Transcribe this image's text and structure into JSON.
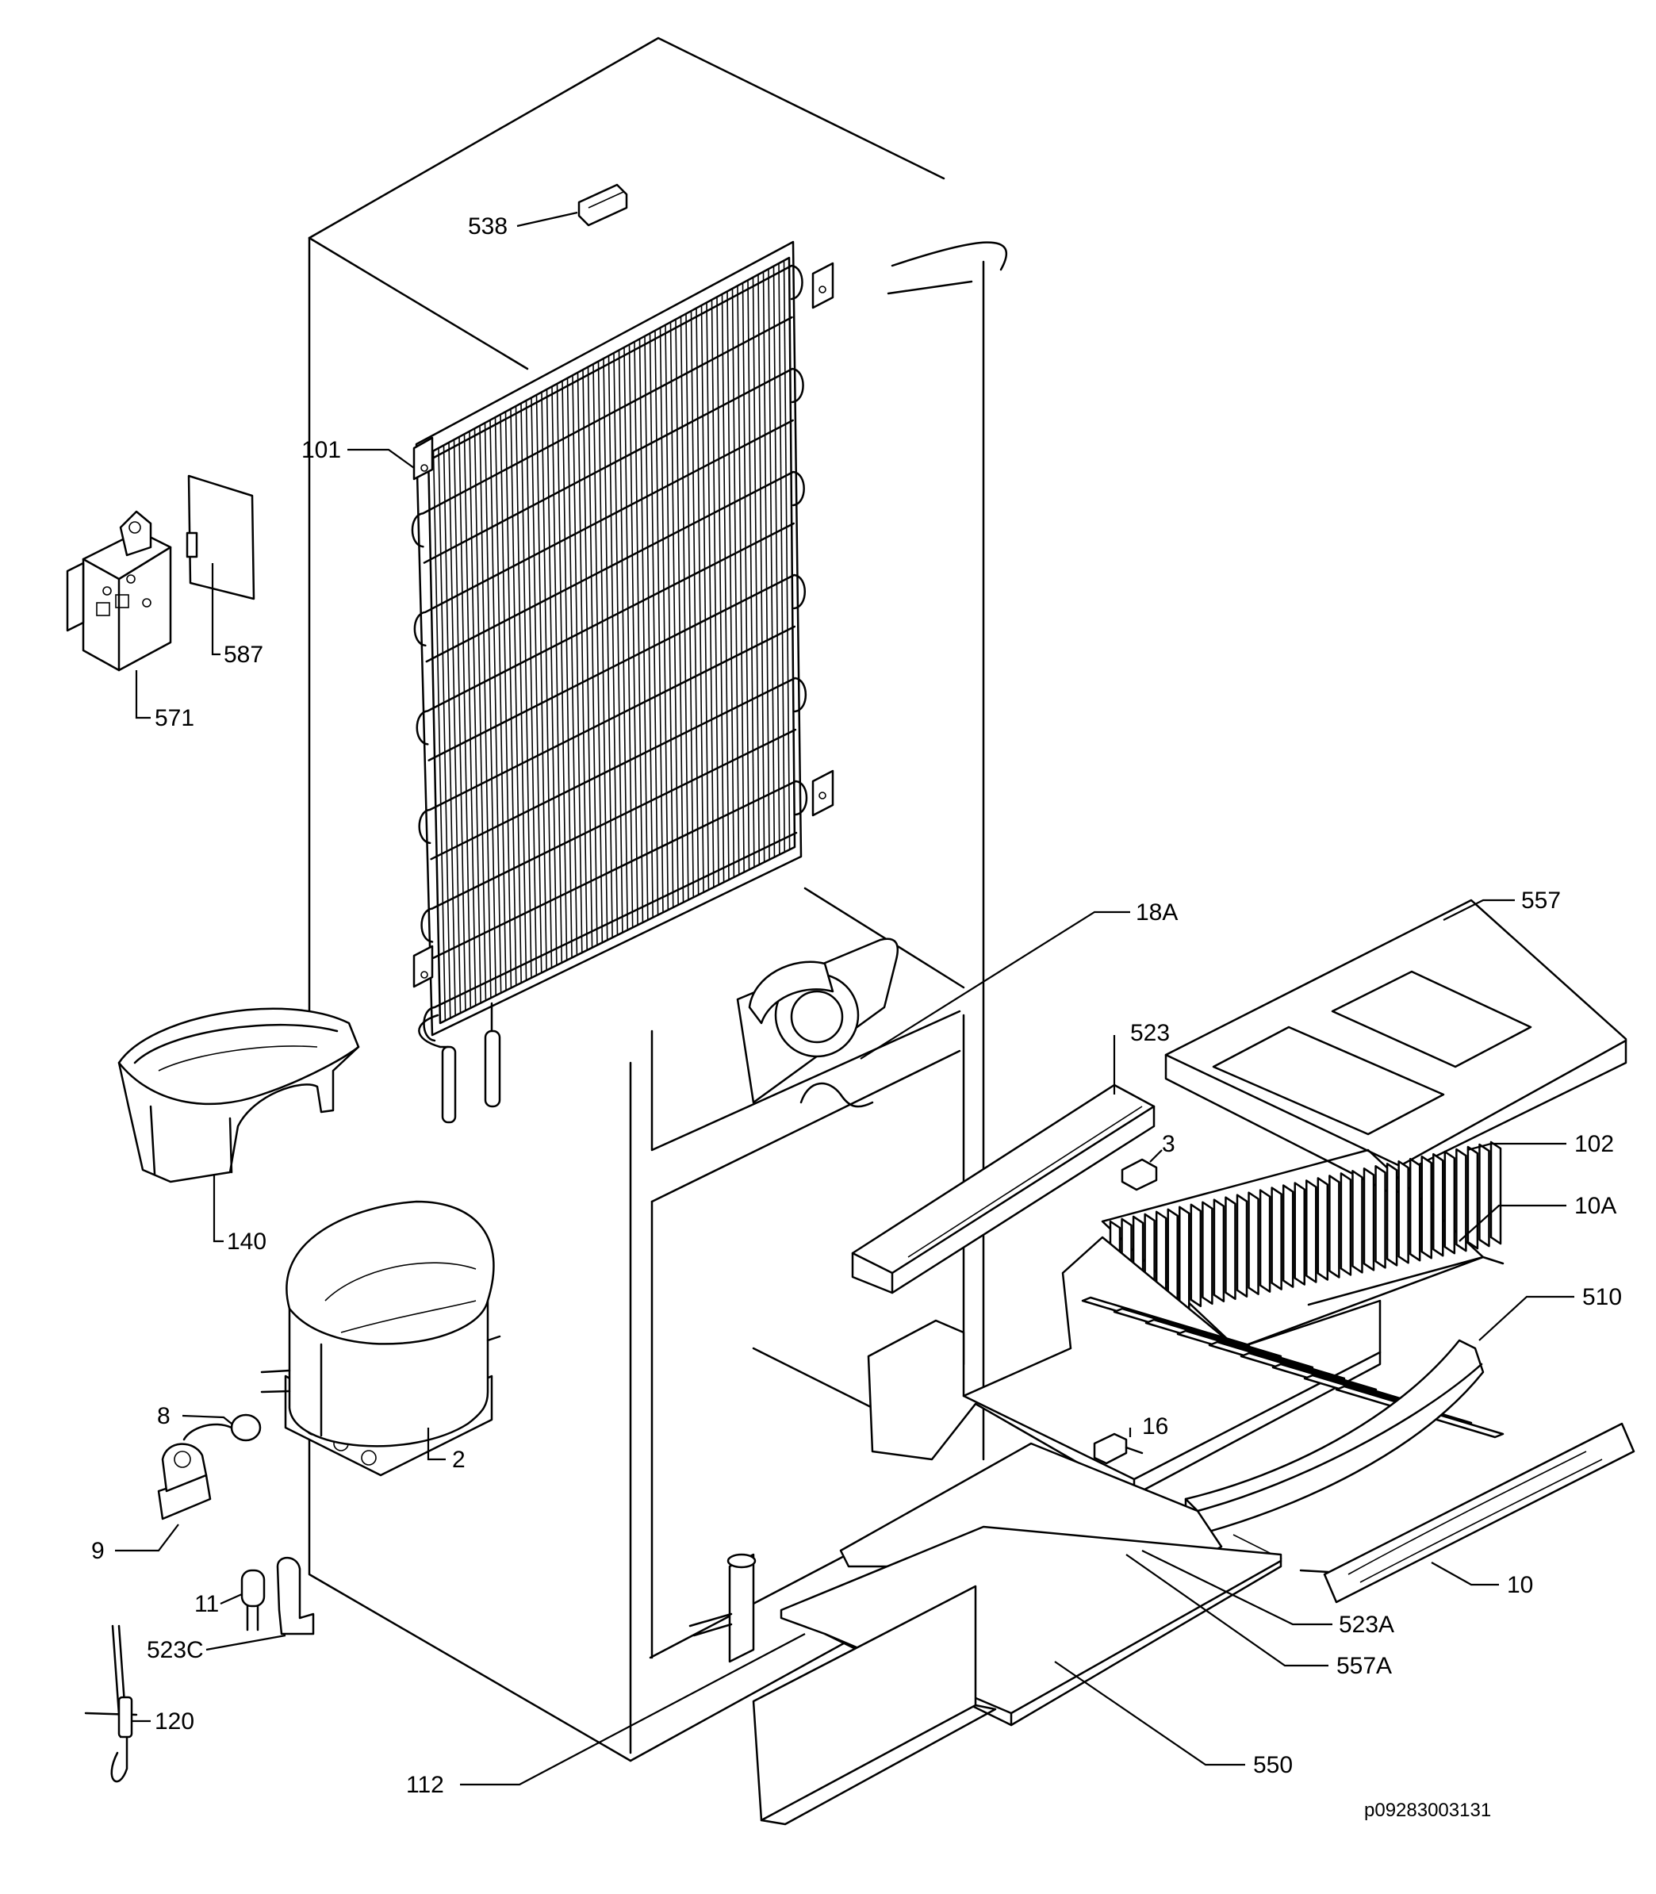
{
  "labels": {
    "538": "538",
    "101": "101",
    "587": "587",
    "571": "571",
    "140": "140",
    "8": "8",
    "2": "2",
    "9": "9",
    "11": "11",
    "523C": "523C",
    "120": "120",
    "112": "112",
    "18A": "18A",
    "557": "557",
    "523": "523",
    "3": "3",
    "102": "102",
    "10A": "10A",
    "510": "510",
    "16": "16",
    "10": "10",
    "523A": "523A",
    "557A": "557A",
    "550": "550"
  },
  "reference": "p09283003131"
}
